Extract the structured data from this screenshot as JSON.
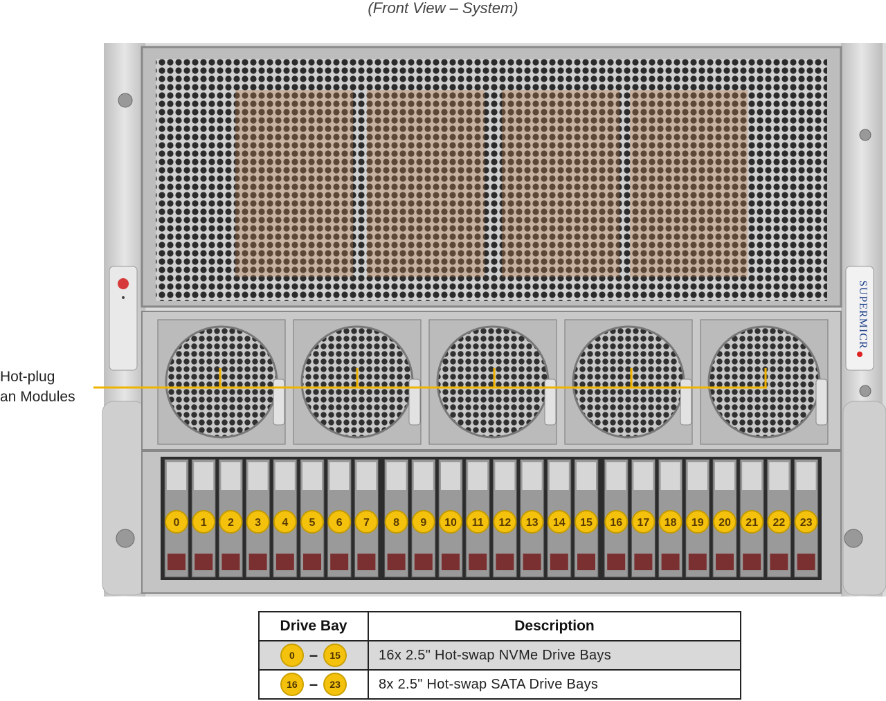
{
  "caption": "(Front View – System)",
  "brand": "SUPERMICR",
  "callout": {
    "line1": "Hot-plug",
    "line2": "an Modules",
    "color": "#f0b400"
  },
  "drive_bays": [
    "0",
    "1",
    "2",
    "3",
    "4",
    "5",
    "6",
    "7",
    "8",
    "9",
    "10",
    "11",
    "12",
    "13",
    "14",
    "15",
    "16",
    "17",
    "18",
    "19",
    "20",
    "21",
    "22",
    "23"
  ],
  "fan_count": 5,
  "table": {
    "headers": [
      "Drive Bay",
      "Description"
    ],
    "rows": [
      {
        "from": "0",
        "to": "15",
        "description": "16x 2.5\" Hot-swap  NVMe  Drive  Bays"
      },
      {
        "from": "16",
        "to": "23",
        "description": "8x 2.5\" Hot-swap  SATA Drive  Bays"
      }
    ]
  },
  "colors": {
    "badge": "#f4c20d",
    "chassis": "#d4d4d4",
    "drive_latch": "#7a3030",
    "row_shade": "#d9d9d9"
  }
}
